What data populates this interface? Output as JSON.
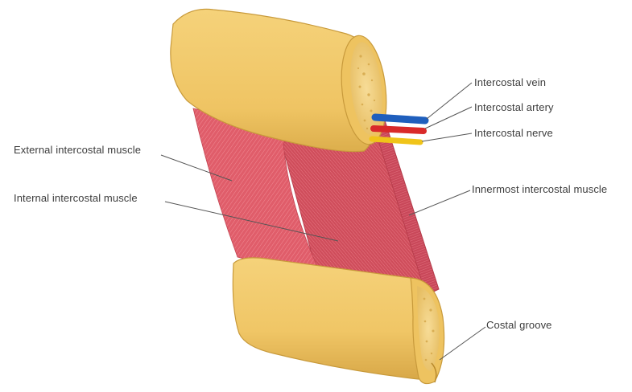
{
  "labels": {
    "vein": "Intercostal vein",
    "artery": "Intercostal artery",
    "nerve": "Intercostal nerve",
    "external": "External intercostal muscle",
    "internal": "Internal intercostal muscle",
    "innermost": "Innermost intercostal muscle",
    "groove": "Costal groove"
  },
  "colors": {
    "bone": "#f2ca6b",
    "bone_shadow": "#d9aa45",
    "bone_edge": "#b98a2c",
    "muscle": "#e2606d",
    "muscle_dark": "#c4404e",
    "vein": "#1f5fbd",
    "artery": "#d92a2a",
    "nerve": "#f0c419",
    "leader": "#555555"
  }
}
